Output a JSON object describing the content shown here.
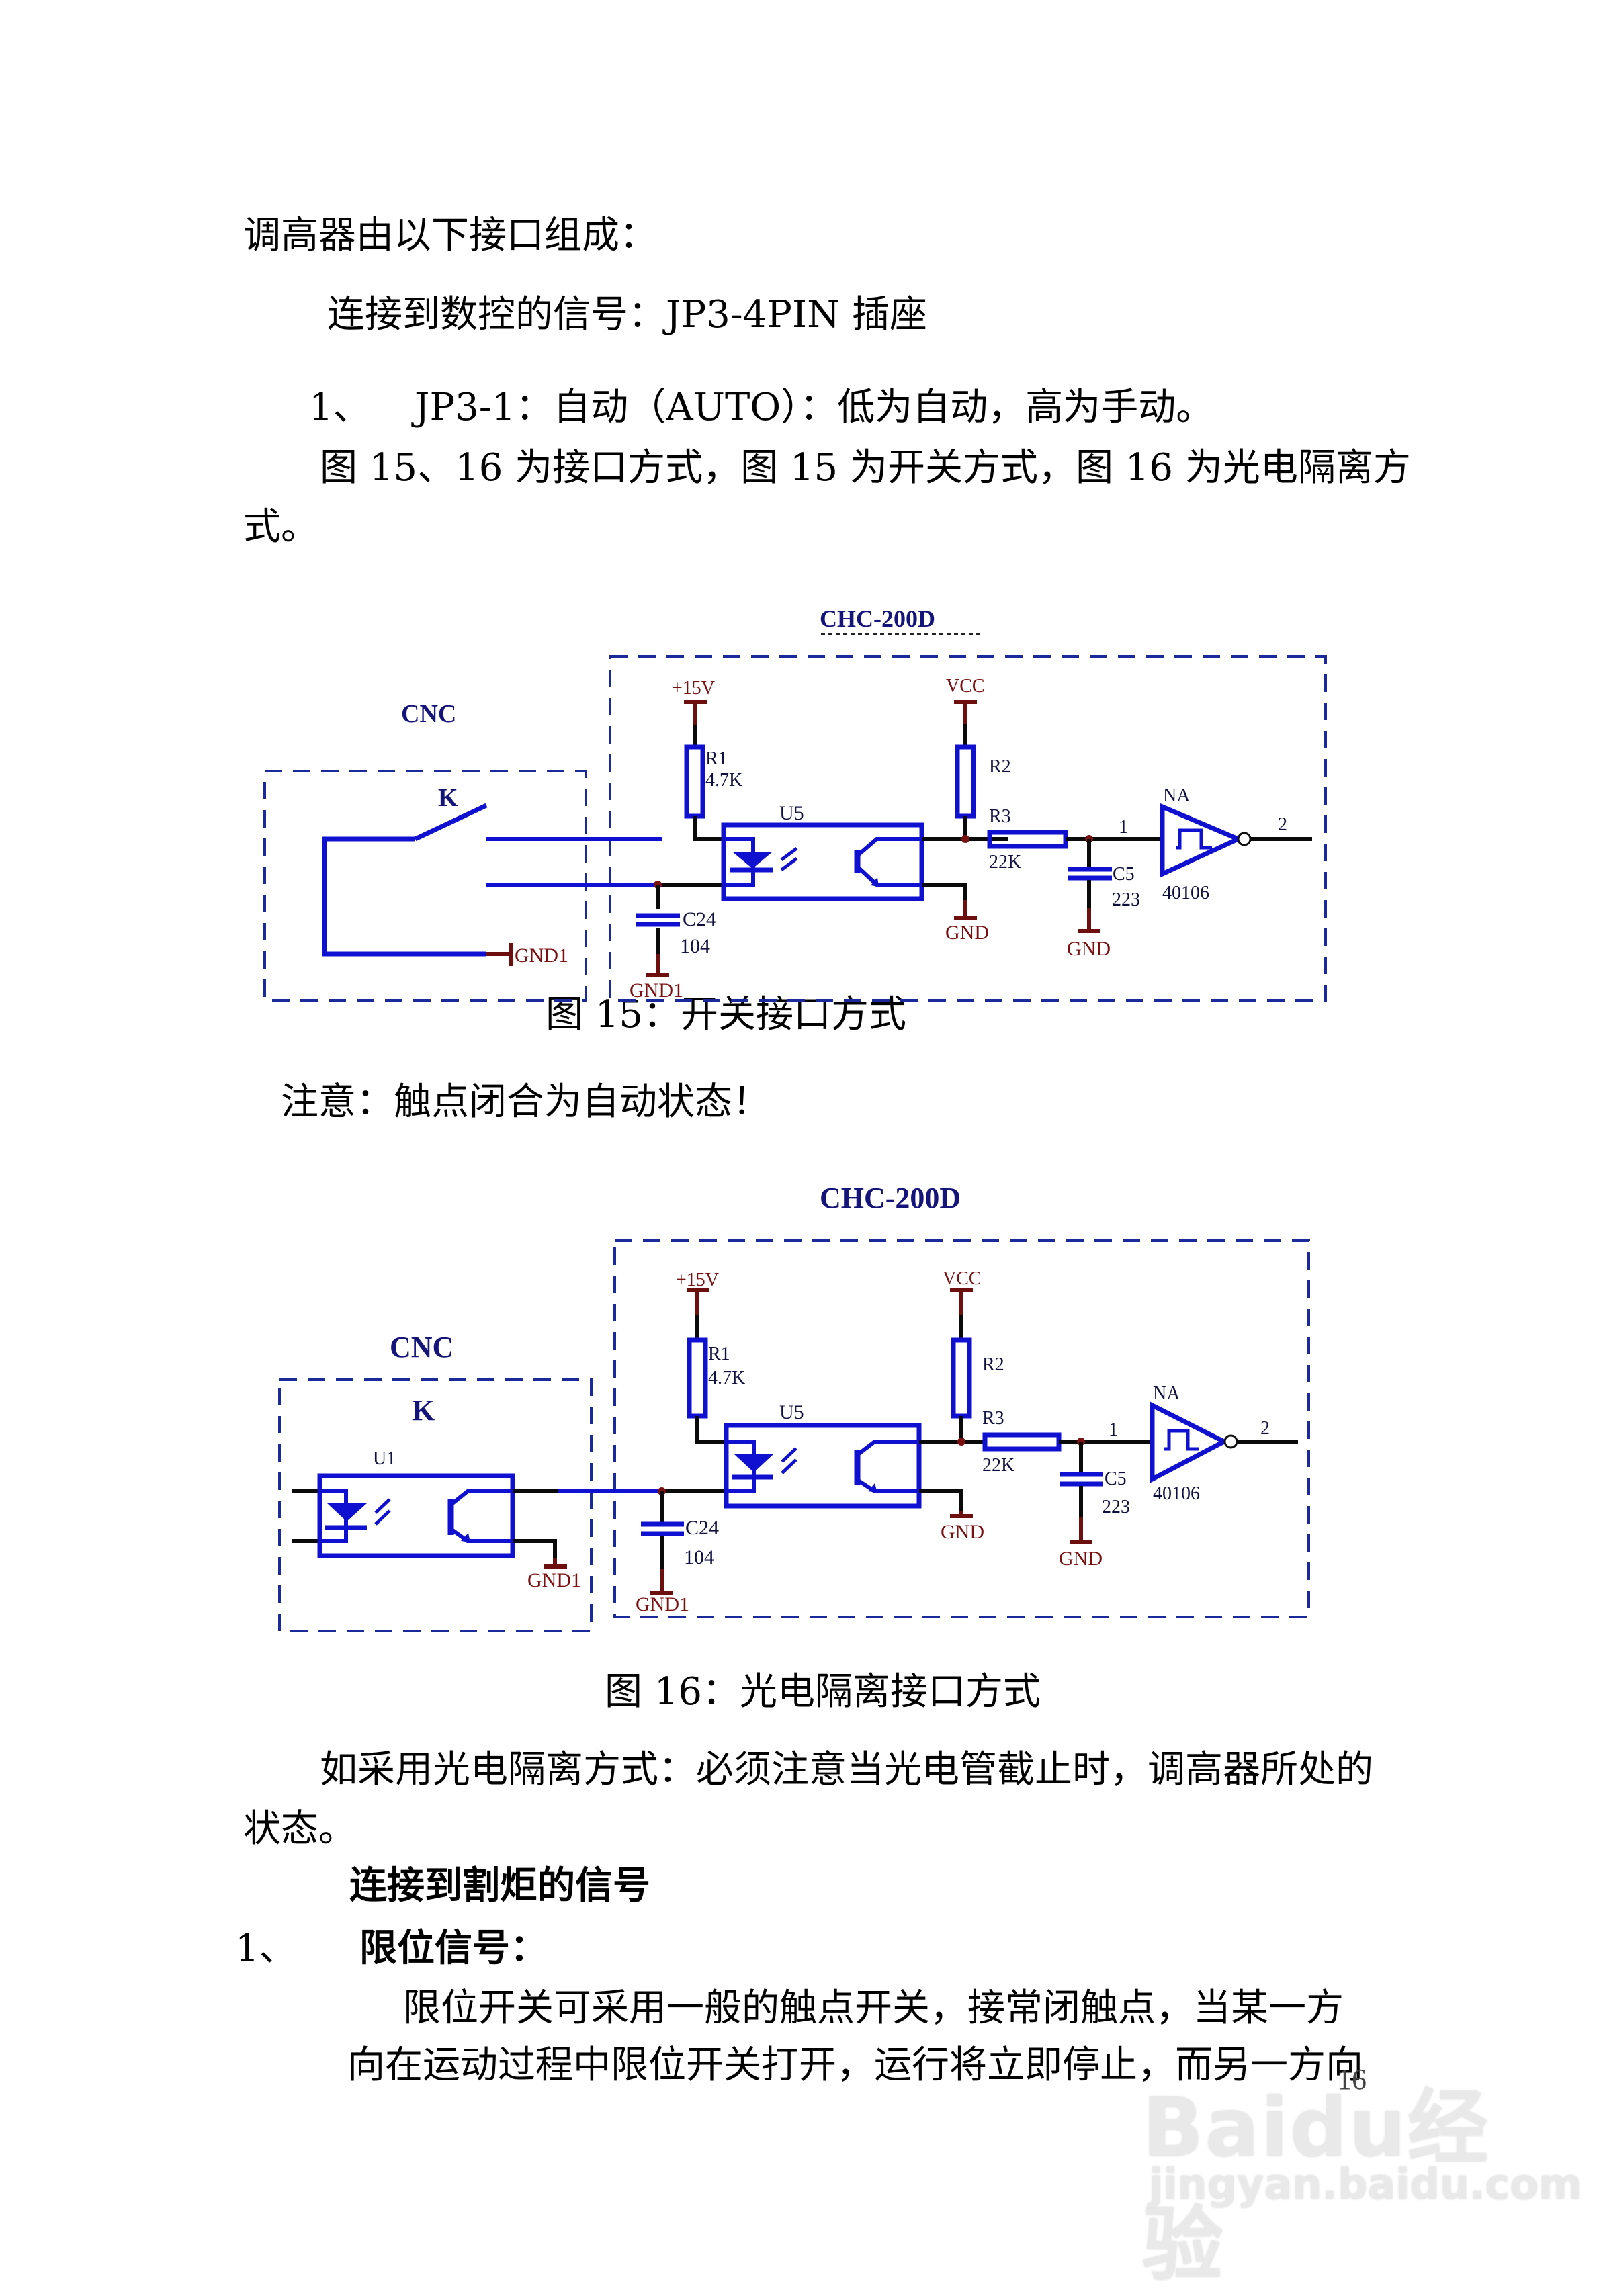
{
  "body": {
    "intro": "调高器由以下接口组成：",
    "cnc_signal": "连接到数控的信号：JP3-4PIN 插座",
    "item1_num": "1、",
    "item1_text": "JP3-1：自动（AUTO）：低为自动，高为手动。",
    "fig_desc_line1": "图 15、16 为接口方式，图 15 为开关方式，图 16 为光电隔离方",
    "fig_desc_line2": "式。",
    "fig15_caption": "图 15：开关接口方式",
    "note": "注意：触点闭合为自动状态！",
    "fig16_caption": "图 16：光电隔离接口方式",
    "opto_note_line1": "如采用光电隔离方式：必须注意当光电管截止时，调高器所处的",
    "opto_note_line2": "状态。",
    "torch_heading": "连接到割炬的信号",
    "limit_num": "1、",
    "limit_title": "限位信号：",
    "limit_line1": "限位开关可采用一般的触点开关，接常闭触点，当某一方",
    "limit_line2": "向在运动过程中限位开关打开，运行将立即停止，而另一方向",
    "page_number": "16"
  },
  "figure15": {
    "device_title": "CHC-200D",
    "cnc_title": "CNC",
    "switch_label": "K",
    "gnd1_cnc": "GND1",
    "plus15v": "+15V",
    "r1_name": "R1",
    "r1_value": "4.7K",
    "u5_name": "U5",
    "vcc": "VCC",
    "r2_name": "R2",
    "r3_name": "R3",
    "r3_value": "22K",
    "gnd_u5": "GND",
    "c24_name": "C24",
    "c24_value": "104",
    "gnd1_c24": "GND1",
    "c5_name": "C5",
    "c5_value": "223",
    "gnd_c5": "GND",
    "gate_name": "NA",
    "gate_part": "40106",
    "pin_in": "1",
    "pin_out": "2"
  },
  "figure16": {
    "device_title": "CHC-200D",
    "cnc_title": "CNC",
    "switch_label": "K",
    "u1_name": "U1",
    "gnd1_cnc": "GND1",
    "plus15v": "+15V",
    "r1_name": "R1",
    "r1_value": "4.7K",
    "u5_name": "U5",
    "vcc": "VCC",
    "r2_name": "R2",
    "r3_name": "R3",
    "r3_value": "22K",
    "gnd_u5": "GND",
    "c24_name": "C24",
    "c24_value": "104",
    "gnd1_c24": "GND1",
    "c5_name": "C5",
    "c5_value": "223",
    "gnd_c5": "GND",
    "gate_name": "NA",
    "gate_part": "40106",
    "pin_in": "1",
    "pin_out": "2"
  },
  "watermark": {
    "brand": "Baidu经验",
    "url": "jingyan.baidu.com"
  },
  "colors": {
    "component_blue": "#1010d0",
    "power_maroon": "#6e0f0f",
    "title_navy": "#14147a",
    "frame_dash": "#1a2a9a"
  }
}
